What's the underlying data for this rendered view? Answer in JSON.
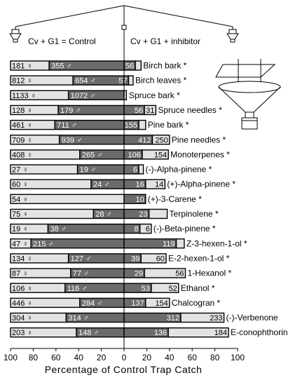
{
  "colors": {
    "female": "#e3e3e3",
    "male": "#6b6b6b",
    "outline": "#000000",
    "text_light": "#ffffff"
  },
  "header": {
    "left_label": "Cv + G1 = Control",
    "right_label": "Cv + G1 + inhibitor",
    "icon": "trap-funnel-icon"
  },
  "chart_data": {
    "type": "bar",
    "orientation": "horizontal",
    "xlabel": "Percentage of Control Trap Catch",
    "xlim": [
      -100,
      100
    ],
    "xticks": [
      -100,
      -80,
      -60,
      -40,
      -20,
      0,
      20,
      40,
      60,
      80,
      100
    ],
    "xtick_labels": [
      "100",
      "80",
      "60",
      "40",
      "20",
      "0",
      "20",
      "40",
      "60",
      "80",
      "100"
    ],
    "categories": [
      "Birch bark *",
      "Birch leaves *",
      "Spruce bark *",
      "Spruce needles *",
      "Pine bark *",
      "Pine needles *",
      "Monoterpenes *",
      "(-)-Alpha-pinene *",
      "(+)-Alpha-pinene *",
      "(+)-3-Carene *",
      "Terpinolene *",
      "(-)-Beta-pinene *",
      "Z-3-hexen-1-ol *",
      "E-2-hexen-1-ol *",
      "1-Hexanol *",
      "Ethanol *",
      "Chalcogran *",
      "(-)-Verbenone",
      "E-conophthorin"
    ],
    "control_female_counts": [
      181,
      812,
      1133,
      128,
      461,
      709,
      408,
      27,
      60,
      54,
      75,
      19,
      47,
      134,
      87,
      106,
      446,
      304,
      203
    ],
    "control_male_counts": [
      355,
      654,
      1072,
      179,
      711,
      939,
      265,
      19,
      24,
      null,
      28,
      38,
      215,
      127,
      77,
      116,
      284,
      314,
      148
    ],
    "control_female_symbol": "♀",
    "control_male_symbol": "♂",
    "inhibitor_male_counts": [
      56,
      57,
      null,
      56,
      155,
      412,
      106,
      6,
      16,
      10,
      23,
      8,
      119,
      39,
      29,
      53,
      137,
      312,
      136
    ],
    "inhibitor_female_counts": [
      null,
      null,
      null,
      31,
      null,
      250,
      154,
      null,
      14,
      null,
      null,
      6,
      null,
      60,
      56,
      52,
      154,
      233,
      184
    ],
    "series": [
      {
        "name": "Control female",
        "values": [
          -34,
          -55,
          -51,
          -42,
          -39,
          -43,
          -61,
          -59,
          -71,
          -100,
          -73,
          -33,
          -18,
          -51,
          -53,
          -48,
          -61,
          -49,
          -58
        ]
      },
      {
        "name": "Control male",
        "values": [
          -66,
          -45,
          -49,
          -58,
          -61,
          -57,
          -39,
          -41,
          -29,
          0,
          -27,
          -67,
          -82,
          -49,
          -47,
          -52,
          -39,
          -51,
          -42
        ]
      },
      {
        "name": "Inhibitor male",
        "values": [
          10,
          4,
          0,
          18,
          13,
          25,
          16,
          13,
          19,
          19,
          22,
          14,
          46,
          15,
          18,
          24,
          19,
          50,
          39
        ]
      },
      {
        "name": "Inhibitor female",
        "values": [
          5,
          4,
          2,
          10,
          6,
          15,
          23,
          4,
          17,
          0,
          16,
          10,
          7,
          22,
          36,
          24,
          21,
          38,
          53
        ]
      }
    ]
  }
}
